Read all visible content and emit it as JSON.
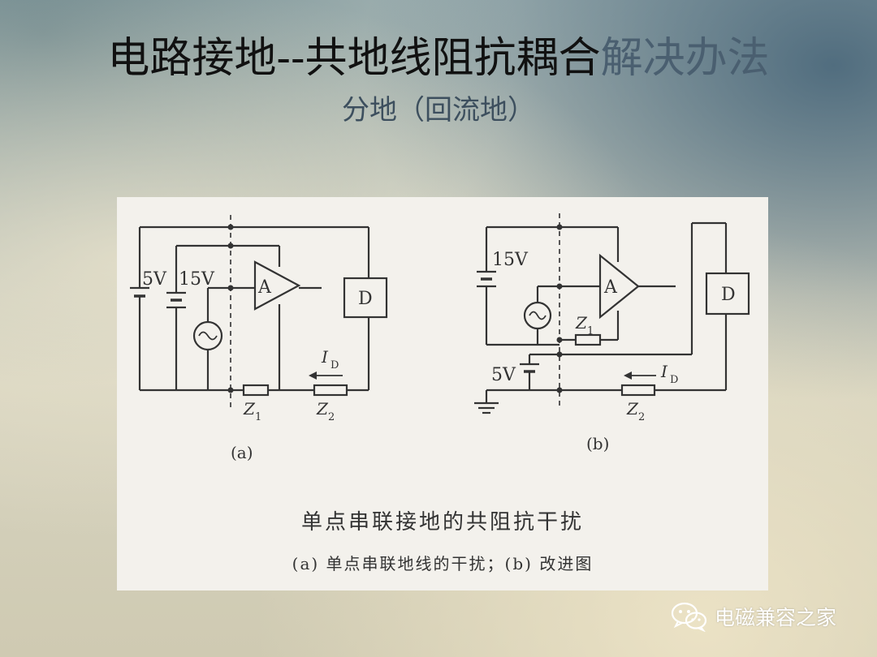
{
  "slide": {
    "title_main": "电路接地--共地线阻抗耦合",
    "title_accent": "解决办法",
    "subtitle": "分地（回流地）"
  },
  "figure": {
    "diagram_a": {
      "label_5v": "5V",
      "label_15v": "15V",
      "amp": "A",
      "device": "D",
      "current": "I",
      "current_sub": "D",
      "z1": "Z",
      "z1_sub": "1",
      "z2": "Z",
      "z2_sub": "2",
      "caption": "(a)"
    },
    "diagram_b": {
      "label_15v": "15V",
      "label_5v": "5V",
      "amp": "A",
      "device": "D",
      "current": "I",
      "current_sub": "D",
      "z1": "Z",
      "z1_sub": "1",
      "z2": "Z",
      "z2_sub": "2",
      "caption": "(b)"
    },
    "caption_main": "单点串联接地的共阻抗干扰",
    "caption_sub": "(a) 单点串联地线的干扰；(b) 改进图"
  },
  "watermark": {
    "text": "电磁兼容之家",
    "icon": "wechat-icon"
  }
}
